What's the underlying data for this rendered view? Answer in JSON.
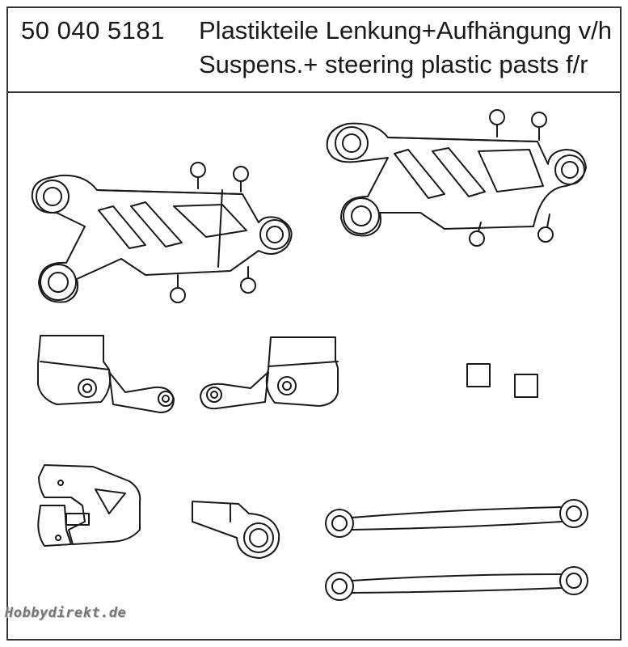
{
  "header": {
    "part_number": "50 040 5181",
    "title_de": "Plastikteile Lenkung+Aufhängung v/h",
    "title_en": "Suspens.+ steering plastic pasts f/r"
  },
  "watermark": "Hobbydirekt.de",
  "line_color": "#1a1a1a"
}
